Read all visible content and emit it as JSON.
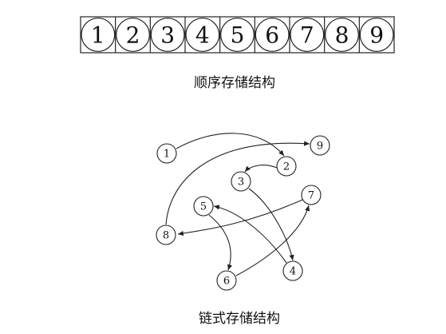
{
  "sequential": {
    "cells": [
      "1",
      "2",
      "3",
      "4",
      "5",
      "6",
      "7",
      "8",
      "9"
    ],
    "caption": "顺序存储结构"
  },
  "linked": {
    "nodes": [
      "1",
      "2",
      "3",
      "4",
      "5",
      "6",
      "7",
      "8",
      "9"
    ],
    "links": [
      [
        "1",
        "2"
      ],
      [
        "2",
        "3"
      ],
      [
        "3",
        "4"
      ],
      [
        "4",
        "5"
      ],
      [
        "5",
        "6"
      ],
      [
        "6",
        "7"
      ],
      [
        "7",
        "8"
      ],
      [
        "8",
        "9"
      ]
    ],
    "caption": "链式存储结构"
  },
  "colors": {
    "stroke": "#222222",
    "text": "#111111",
    "background": "#ffffff"
  }
}
